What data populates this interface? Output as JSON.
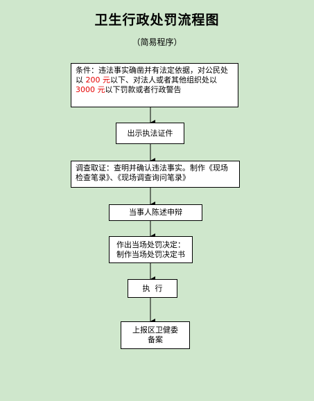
{
  "title": "卫生行政处罚流程图",
  "subtitle": "（简易程序）",
  "steps": {
    "condition": {
      "p1": "条件：违法事实确凿并有法定依据，对公民处以 ",
      "amount1": "200 元",
      "p2": "以下、对法人或者其他组织处以 ",
      "amount2": "3000 元",
      "p3": "以下罚款或者行政警告"
    },
    "show_certificate": "出示执法证件",
    "investigate": "调查取证：查明并确认违法事实。制作《现场检查笔录》、《现场调查询问笔录》",
    "statement": "当事人陈述申辩",
    "decision": {
      "line1": "作出当场处罚决定：",
      "line2": "制作当场处罚决定书"
    },
    "execute": "执  行",
    "report": {
      "line1": "上报区卫健委",
      "line2": "备案"
    }
  },
  "colors": {
    "background": "#cfe7cc",
    "highlight": "#e60000"
  }
}
